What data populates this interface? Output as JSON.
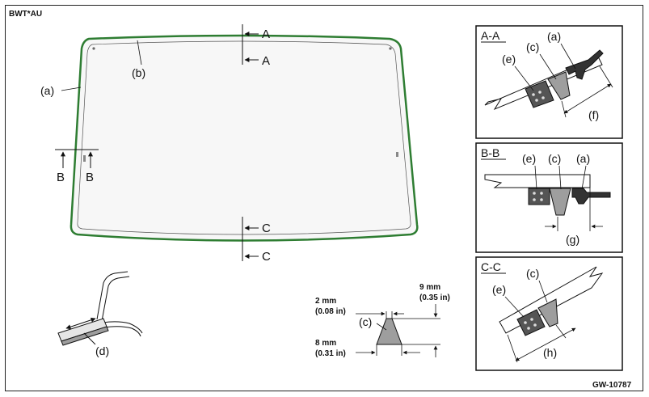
{
  "header": {
    "code_top": "BWT*AU",
    "code_bottom": "GW-10787"
  },
  "windshield": {
    "label_frame": "(a)",
    "label_edge": "(b)",
    "cut_a": "A",
    "cut_b": "B",
    "cut_c": "C"
  },
  "detail_d": {
    "label": "(d)"
  },
  "dam_spec": {
    "label": "(c)",
    "top_mm": "2 mm",
    "top_in": "(0.08 in)",
    "bottom_mm": "8 mm",
    "bottom_in": "(0.31 in)",
    "height_mm": "9 mm",
    "height_in": "(0.35 in)"
  },
  "section_aa": {
    "title": "A-A",
    "e": "(e)",
    "c": "(c)",
    "a": "(a)",
    "f": "(f)"
  },
  "section_bb": {
    "title": "B-B",
    "e": "(e)",
    "c": "(c)",
    "a": "(a)",
    "g": "(g)"
  },
  "section_cc": {
    "title": "C-C",
    "e": "(e)",
    "c": "(c)",
    "h": "(h)"
  },
  "colors": {
    "glass_edge": "#2e7d32",
    "line": "#111111",
    "dam_fill": "#9e9e9e",
    "clip_fill": "#555555"
  }
}
